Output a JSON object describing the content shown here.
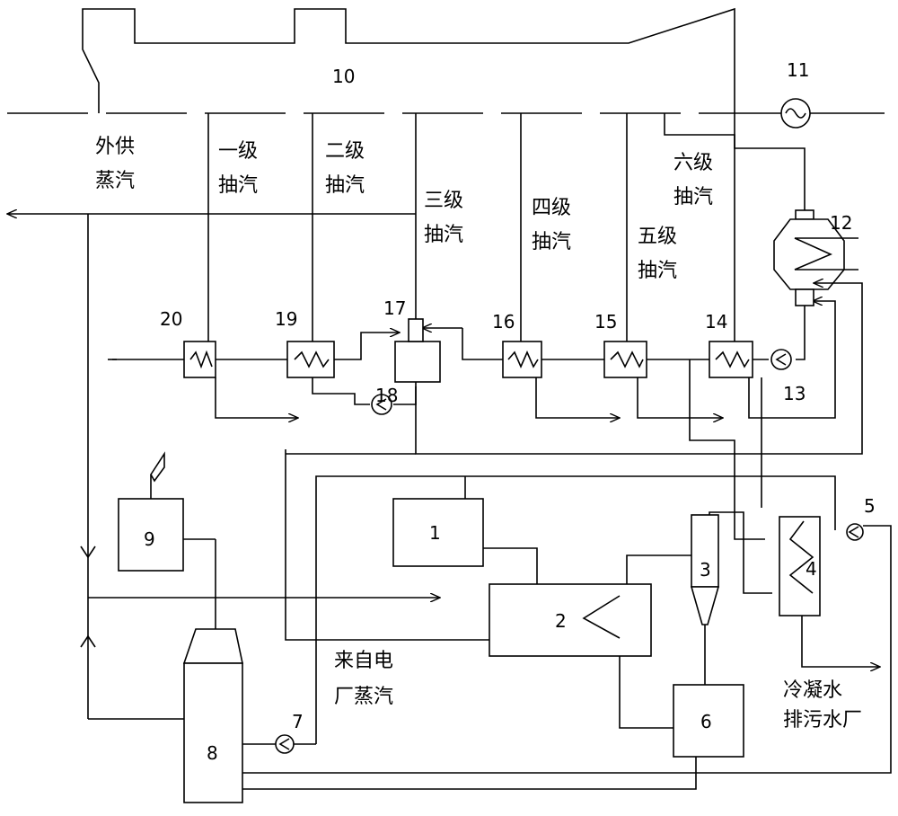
{
  "components": {
    "n1": "1",
    "n2": "2",
    "n3": "3",
    "n4": "4",
    "n5": "5",
    "n6": "6",
    "n7": "7",
    "n8": "8",
    "n9": "9",
    "n10": "10",
    "n11": "11",
    "n12": "12",
    "n13": "13",
    "n14": "14",
    "n15": "15",
    "n16": "16",
    "n17": "17",
    "n18": "18",
    "n19": "19",
    "n20": "20"
  },
  "labels": {
    "supply_steam": [
      "外供",
      "蒸汽"
    ],
    "extraction_1": [
      "一级",
      "抽汽"
    ],
    "extraction_2": [
      "二级",
      "抽汽"
    ],
    "extraction_3": [
      "三级",
      "抽汽"
    ],
    "extraction_4": [
      "四级",
      "抽汽"
    ],
    "extraction_5": [
      "五级",
      "抽汽"
    ],
    "extraction_6": [
      "六级",
      "抽汽"
    ],
    "plant_steam": [
      "来自电",
      "厂蒸汽"
    ],
    "condensate": "冷凝水",
    "sewage_plant": "排污水厂"
  }
}
